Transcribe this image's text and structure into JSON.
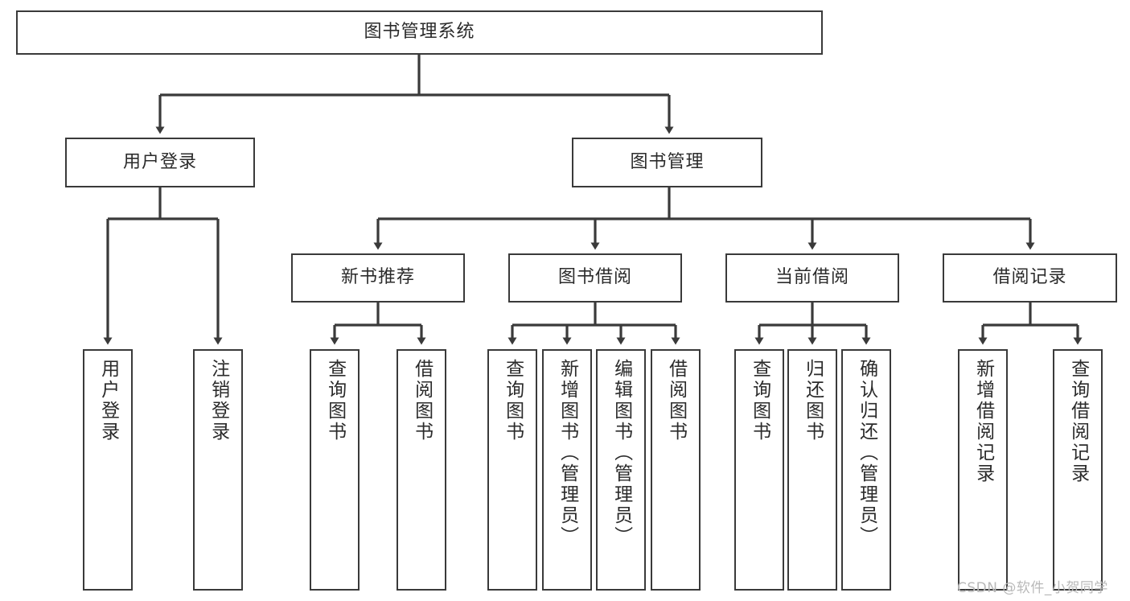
{
  "diagram": {
    "title_node": {
      "label": "图书管理系统"
    },
    "level2": [
      {
        "id": "user-login",
        "label": "用户登录"
      },
      {
        "id": "book-management",
        "label": "图书管理"
      }
    ],
    "level3": [
      {
        "id": "new-book-recommend",
        "label": "新书推荐"
      },
      {
        "id": "book-borrow",
        "label": "图书借阅"
      },
      {
        "id": "current-borrow",
        "label": "当前借阅"
      },
      {
        "id": "borrow-record",
        "label": "借阅记录"
      }
    ],
    "leaves": {
      "user_login": [
        {
          "id": "leaf-user-login",
          "label": "用户登录"
        },
        {
          "id": "leaf-logout-login",
          "label": "注销登录"
        }
      ],
      "new_book_recommend": [
        {
          "id": "leaf-query-book-1",
          "label": "查询图书"
        },
        {
          "id": "leaf-borrow-book-1",
          "label": "借阅图书"
        }
      ],
      "book_borrow": [
        {
          "id": "leaf-query-book-2",
          "label": "查询图书"
        },
        {
          "id": "leaf-add-book",
          "label": "新增图书（管理员）"
        },
        {
          "id": "leaf-edit-book",
          "label": "编辑图书（管理员）"
        },
        {
          "id": "leaf-borrow-book-2",
          "label": "借阅图书"
        }
      ],
      "current_borrow": [
        {
          "id": "leaf-query-book-3",
          "label": "查询图书"
        },
        {
          "id": "leaf-return-book",
          "label": "归还图书"
        },
        {
          "id": "leaf-confirm-return",
          "label": "确认归还（管理员）"
        }
      ],
      "borrow_record": [
        {
          "id": "leaf-add-record",
          "label": "新增借阅记录"
        },
        {
          "id": "leaf-query-record",
          "label": "查询借阅记录"
        }
      ]
    },
    "watermark": {
      "text": "CSDN @软件_小贺同学"
    },
    "colors": {
      "stroke": "#3a3a3a",
      "fill": "#ffffff",
      "text": "#2b2b2b",
      "watermark": "#b9b9b9"
    }
  }
}
